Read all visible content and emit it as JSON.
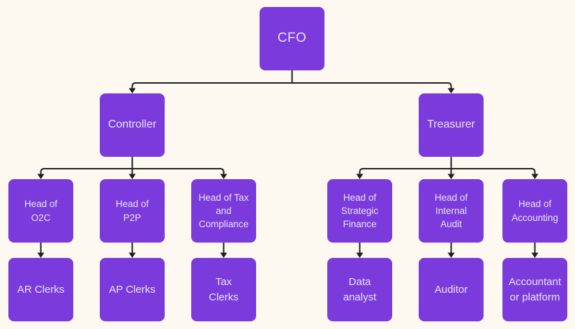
{
  "diagram": {
    "type": "org-chart",
    "colors": {
      "background": "#FDF9F0",
      "node_fill": "#7B3BDC",
      "node_text": "#EAE3F8",
      "connector": "#1F1F1F"
    },
    "nodes": {
      "cfo": {
        "label": "CFO"
      },
      "controller": {
        "label": "Controller"
      },
      "treasurer": {
        "label": "Treasurer"
      },
      "head_of_o2c": {
        "label": "Head of\nO2C"
      },
      "head_of_p2p": {
        "label": "Head of\nP2P"
      },
      "head_of_tax_and_compliance": {
        "label": "Head of Tax\nand\nCompliance"
      },
      "head_of_strategic_finance": {
        "label": "Head of\nStrategic\nFinance"
      },
      "head_of_internal_audit": {
        "label": "Head of\nInternal\nAudit"
      },
      "head_of_accounting": {
        "label": "Head of\nAccounting"
      },
      "ar_clerks": {
        "label": "AR Clerks"
      },
      "ap_clerks": {
        "label": "AP Clerks"
      },
      "tax_clerks": {
        "label": "Tax\nClerks"
      },
      "data_analyst": {
        "label": "Data\nanalyst"
      },
      "auditor": {
        "label": "Auditor"
      },
      "accountant_or_platform": {
        "label": "Accountant\nor platform"
      }
    },
    "edges": [
      [
        "cfo",
        "controller"
      ],
      [
        "cfo",
        "treasurer"
      ],
      [
        "controller",
        "head_of_o2c"
      ],
      [
        "controller",
        "head_of_p2p"
      ],
      [
        "controller",
        "head_of_tax_and_compliance"
      ],
      [
        "treasurer",
        "head_of_strategic_finance"
      ],
      [
        "treasurer",
        "head_of_internal_audit"
      ],
      [
        "treasurer",
        "head_of_accounting"
      ],
      [
        "head_of_o2c",
        "ar_clerks"
      ],
      [
        "head_of_p2p",
        "ap_clerks"
      ],
      [
        "head_of_tax_and_compliance",
        "tax_clerks"
      ],
      [
        "head_of_strategic_finance",
        "data_analyst"
      ],
      [
        "head_of_internal_audit",
        "auditor"
      ],
      [
        "head_of_accounting",
        "accountant_or_platform"
      ]
    ]
  }
}
